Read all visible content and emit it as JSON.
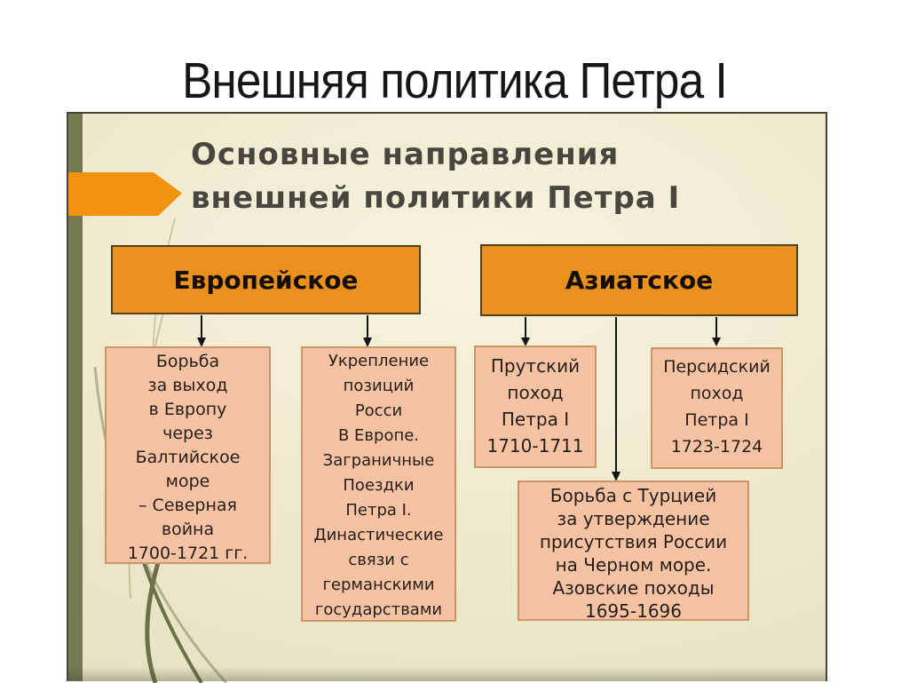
{
  "page_title": "Внешняя политика Петра I",
  "slide": {
    "heading": "Основные направления\nвнешней политики Петра I",
    "branches": {
      "european": {
        "label": "Европейское"
      },
      "asian": {
        "label": "Азиатское"
      }
    },
    "boxes": {
      "baltic": "Борьба\nза выход\nв Европу\nчерез\nБалтийское\nморе\n– Северная\nвойна\n1700-1721 гг.",
      "positions": "Укрепление\nпозиций\nРосси\nВ Европе.\nЗаграничные\nПоездки\nПетра I.\nДинастические\nсвязи с\nгерманскими\nгосударствами",
      "prut": "Прутский\nпоход\nПетра I\n1710-1711",
      "persian": "Персидский\nпоход\nПетра I\n1723-1724",
      "turkey": "Борьба с Турцией\nза утверждение\nприсутствия России\nна Черном море.\nАзовские походы\n1695-1696"
    },
    "colors": {
      "accent_orange": "#f0930f",
      "branch_box_orange": "#e9911c",
      "branch_box_border": "#53401d",
      "detail_box_pink": "#f5c3a3",
      "detail_box_border": "#cd9466",
      "sidebar_olive": "#757952",
      "slide_background": "#efeacf",
      "slide_border": "#45443b",
      "heading_text": "#4a463f",
      "body_text": "#261e16",
      "connector_black": "#141414"
    }
  }
}
